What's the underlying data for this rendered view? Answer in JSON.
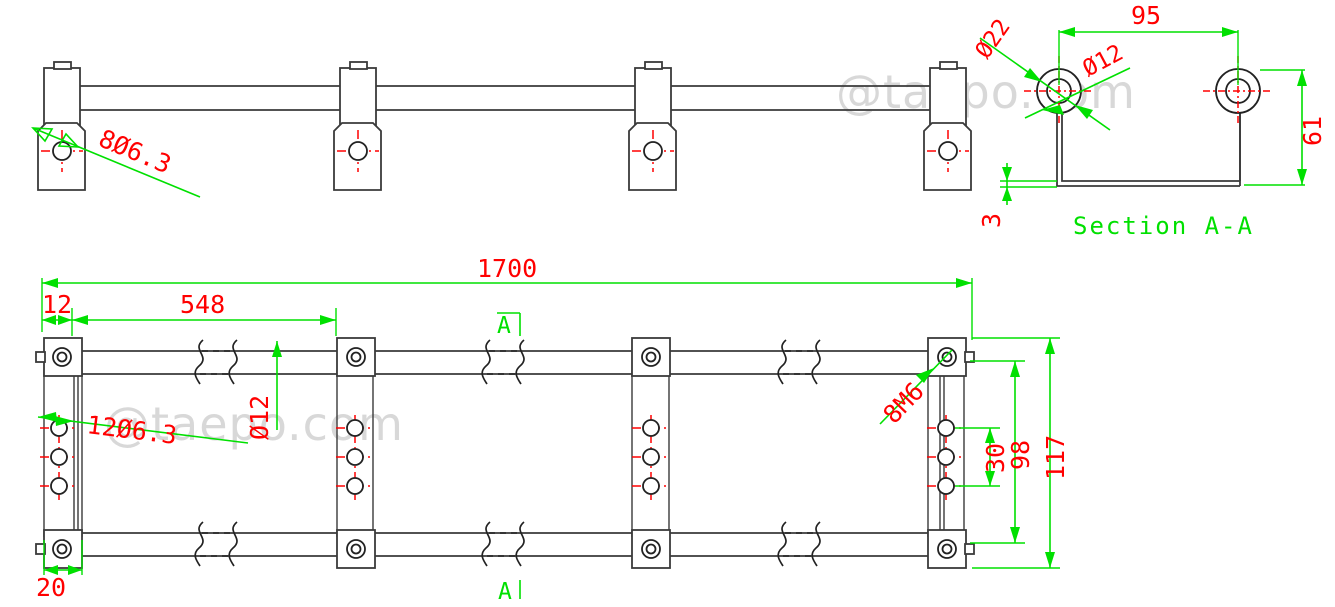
{
  "drawing": {
    "title": "Cable rack / bracket assembly technical drawing",
    "watermark": "@taepo.com",
    "colors": {
      "dimension_text": "#ff0000",
      "dimension_line": "#00e000",
      "object_line": "#3a3a3a",
      "centerline": "#ff0000",
      "watermark": "#d8d8d8",
      "background": "#ffffff"
    },
    "views": [
      {
        "id": "front-view",
        "name": "Front elevation view",
        "label": ""
      },
      {
        "id": "section-view",
        "name": "Section A-A view",
        "label": "Section A-A"
      },
      {
        "id": "plan-view",
        "name": "Top plan view",
        "label": ""
      }
    ]
  },
  "front_view": {
    "leader_label": "8Ø6.3",
    "bracket_count": 4
  },
  "section_view": {
    "caption": "Section A-A",
    "dimensions": {
      "width_95": "95",
      "height_61": "61",
      "thickness_3": "3",
      "outer_dia": "Ø22",
      "inner_dia": "Ø12"
    }
  },
  "plan_view": {
    "dimensions": {
      "overall_length": "1700",
      "edge_offset": "12",
      "pitch": "548",
      "clamp_width": "20",
      "hole_pitch_30": "30",
      "inner_width_98": "98",
      "overall_width_117": "117",
      "rod_dia": "Ø12"
    },
    "leaders": {
      "holes": "12Ø6.3",
      "threads": "8M6"
    },
    "section_marks": {
      "top": "A",
      "bottom": "A"
    }
  }
}
